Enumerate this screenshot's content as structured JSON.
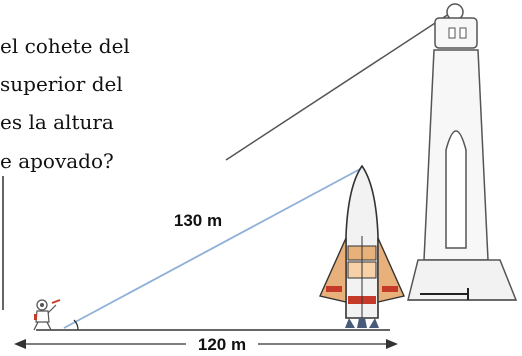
{
  "problem_text": {
    "lines": [
      "el cohete del",
      "superior del",
      "es la altura",
      "e apovado?"
    ]
  },
  "diagram": {
    "hypotenuse_label": "130 m",
    "base_label": "120 m",
    "colors": {
      "line": "#4a4a4a",
      "hypotenuse": "#8fb0d8",
      "rocket_body": "#f2f2f2",
      "rocket_wing": "#e8b07a",
      "rocket_stripe": "#c63a2a",
      "rocket_nozzle": "#4a5b7a",
      "lighthouse": "#f7f7f7"
    }
  }
}
